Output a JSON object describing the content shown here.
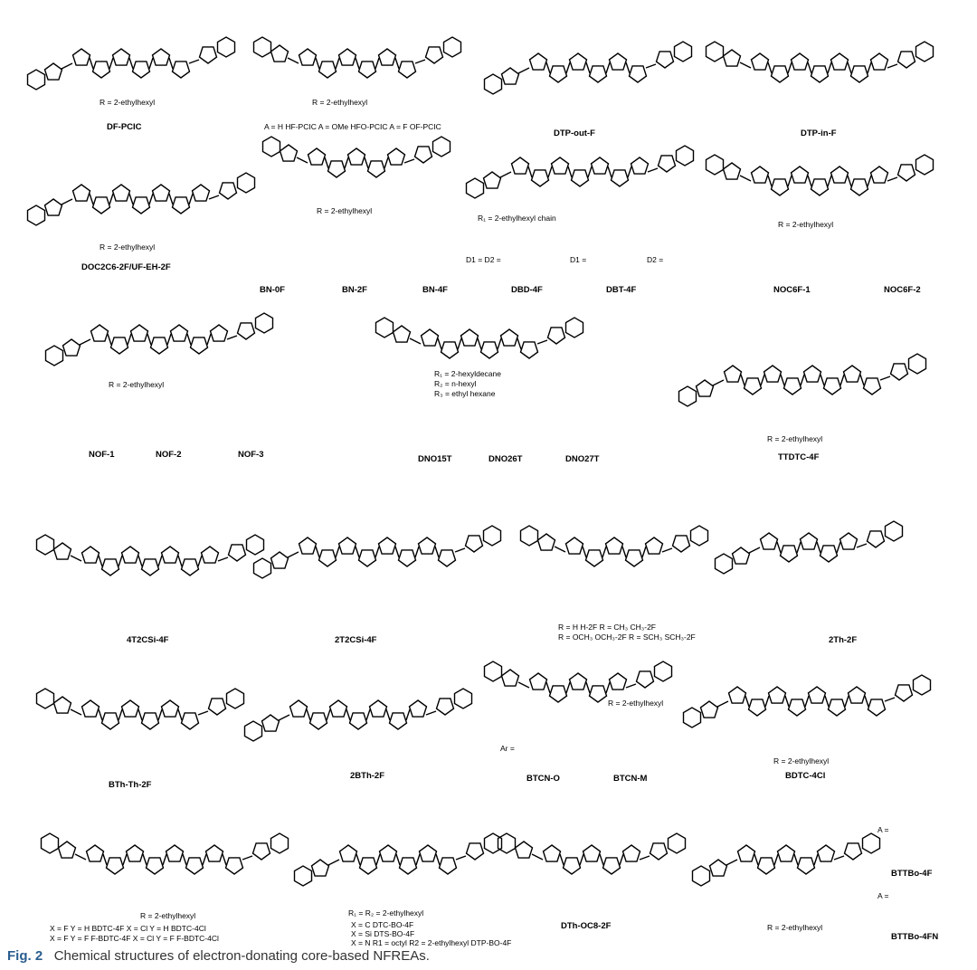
{
  "caption": {
    "figure": "Fig. 2",
    "text": "Chemical structures of electron-donating core-based NFREAs."
  },
  "structures": {
    "df_pcic": {
      "name": "DF-PCIC",
      "note": "R = 2-ethylhexyl"
    },
    "pcic_family": {
      "note": "R = 2-ethylhexyl",
      "variants": "A = H  HF-PCIC   A = OMe  HFO-PCIC   A = F  OF-PCIC"
    },
    "dtp_out_f": {
      "name": "DTP-out-F"
    },
    "dtp_in_f": {
      "name": "DTP-in-F"
    },
    "doc2c6": {
      "name": "DOC2C6-2F/UF-EH-2F",
      "note": "R = 2-ethylhexyl"
    },
    "bn_family": {
      "note": "R = 2-ethylhexyl",
      "names": [
        "BN-0F",
        "BN-2F",
        "BN-4F"
      ]
    },
    "dbd_family": {
      "r1": "R₁ = 2-ethylhexyl chain",
      "d_line": "D1 = D2 =",
      "d1_line": "D1 =",
      "d2_line": "D2 =",
      "names": [
        "DBD-4F",
        "DBT-4F"
      ]
    },
    "noc6f": {
      "note": "R = 2-ethylhexyl",
      "names": [
        "NOC6F-1",
        "NOC6F-2"
      ]
    },
    "nof": {
      "note": "R = 2-ethylhexyl",
      "names": [
        "NOF-1",
        "NOF-2",
        "NOF-3"
      ]
    },
    "dno": {
      "r_lines": [
        "R₁ = 2-hexyldecane",
        "R₂ = n-hexyl",
        "R₃ = ethyl hexane"
      ],
      "names": [
        "DNO15T",
        "DNO26T",
        "DNO27T"
      ]
    },
    "ttdtc": {
      "name": "TTDTC-4F",
      "note": "R = 2-ethylhexyl"
    },
    "t2csi": {
      "names": [
        "4T2CSi-4F",
        "2T2CSi-4F"
      ]
    },
    "h2f": {
      "line1": "R = H        H-2F       R = CH₃   CH₃-2F",
      "line2": "R = OCH₃   OCH₃-2F   R = SCH₃  SCH₃-2F"
    },
    "two_th": {
      "name": "2Th-2F"
    },
    "bth_th": {
      "name": "BTh-Th-2F"
    },
    "two_bth": {
      "name": "2BTh-2F"
    },
    "btcn": {
      "note": "R = 2-ethylhexyl",
      "ar": "Ar =",
      "names": [
        "BTCN-O",
        "BTCN-M"
      ]
    },
    "bdtc": {
      "name": "BDTC-4Cl",
      "note": "R = 2-ethylhexyl"
    },
    "bdtc_family": {
      "note": "R = 2-ethylhexyl",
      "line1": "X = F   Y = H   BDTC-4F       X = Cl   Y = H   BDTC-4Cl",
      "line2": "X = F   Y = F   F-BDTC-4F    X = Cl   Y = F   F-BDTC-4Cl"
    },
    "dtc_bo": {
      "note": "R₁ = R₂ = 2-ethylhexyl",
      "line1": "X = C   DTC-BO-4F",
      "line2": "X = Si   DTS-BO-4F",
      "line3": "X = N  R1 = octyl  R2 = 2-ethylhexyl   DTP-BO-4F"
    },
    "dth_oc8": {
      "name": "DTh-OC8-2F"
    },
    "bttbo": {
      "note": "R = 2-ethylhexyl",
      "a": "A =",
      "names": [
        "BTTBo-4F",
        "BTTBo-4FN"
      ]
    }
  }
}
